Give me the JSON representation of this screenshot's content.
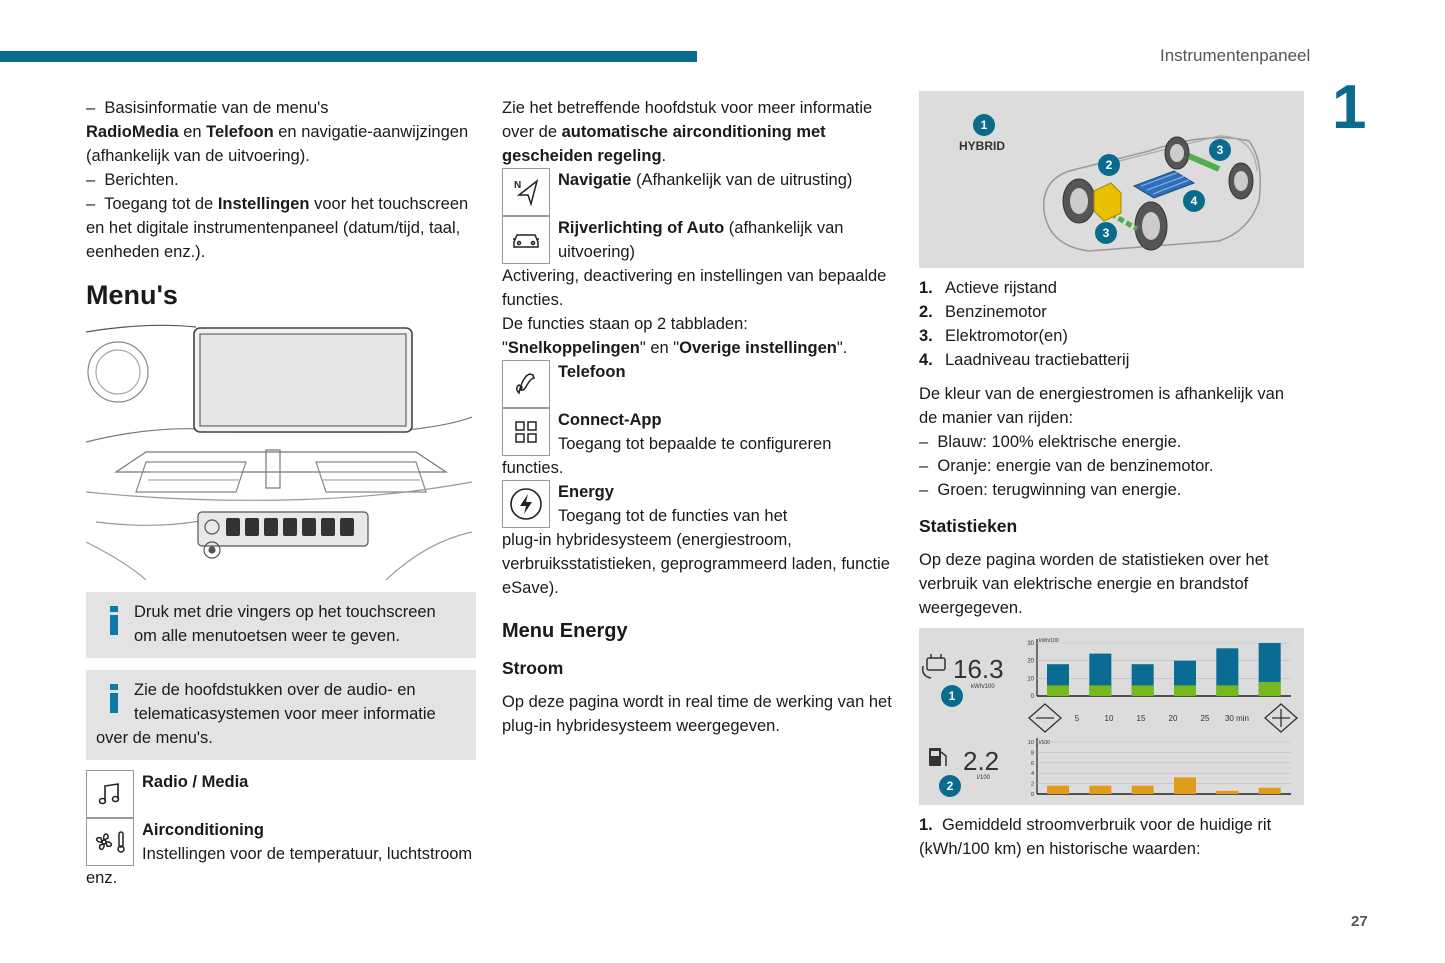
{
  "header": {
    "section_title": "Instrumentenpaneel",
    "chapter_number": "1",
    "page_number": "27"
  },
  "col1": {
    "intro_dash1_a": "Basisinformatie van de menu's",
    "intro_dash1_b_bold1": "RadioMedia",
    "intro_dash1_b_mid": " en ",
    "intro_dash1_b_bold2": "Telefoon",
    "intro_dash1_b_rest": " en navigatie-aanwijzingen (afhankelijk van de uitvoering).",
    "intro_dash2": "Berichten.",
    "intro_dash3_a": "Toegang tot de ",
    "intro_dash3_bold": "Instellingen",
    "intro_dash3_b": " voor het touchscreen en het digitale instrumentenpaneel (datum/tijd, taal, eenheden enz.).",
    "dash_symbol": "–",
    "menus_heading": "Menu's",
    "info1_line1": "Druk met drie vingers op het touchscreen",
    "info1_line2": "om alle menutoetsen weer te geven.",
    "info2_line1": "Zie de hoofdstukken over de audio- en",
    "info2_line2": "telematicasystemen voor meer informatie",
    "info2_line3": "over de menu's.",
    "radio_title": "Radio / Media",
    "aircon_title": "Airconditioning",
    "aircon_text1": "Instellingen voor de temperatuur, luchtstroom",
    "aircon_text2": "enz."
  },
  "col2": {
    "p1_a": "Zie het betreffende hoofdstuk voor meer informatie over de ",
    "p1_bold": "automatische airconditioning met gescheiden regeling",
    "p1_end": ".",
    "nav_title": "Navigatie",
    "nav_text": " (Afhankelijk van de uitrusting)",
    "nav_letter": "N",
    "drive_title": "Rijverlichting of Auto",
    "drive_text": " (afhankelijk van uitvoering)",
    "p2": "Activering, deactivering en instellingen van bepaalde functies.",
    "p3_a": "De functies staan op 2 tabbladen:",
    "p3_q1": "\"",
    "p3_bold1": "Snelkoppelingen",
    "p3_mid": "\" en \"",
    "p3_bold2": "Overige instellingen",
    "p3_end": "\".",
    "phone_title": "Telefoon",
    "connect_title": "Connect-App",
    "connect_text1": "Toegang tot bepaalde te configureren",
    "connect_text2": "functies.",
    "energy_title": "Energy",
    "energy_text1": "Toegang tot de functies van het",
    "energy_text2": "plug-in hybridesysteem (energiestroom, verbruiksstatistieken, geprogrammeerd laden, functie eSave).",
    "menu_energy_heading": "Menu Energy",
    "stroom_heading": "Stroom",
    "stroom_text": "Op deze pagina wordt in real time de werking van het plug-in hybridesysteem weergegeven."
  },
  "col3": {
    "hybrid_label": "HYBRID",
    "badges": [
      "1",
      "2",
      "3",
      "3",
      "4"
    ],
    "list": [
      {
        "num": "1.",
        "text": "Actieve rijstand"
      },
      {
        "num": "2.",
        "text": "Benzinemotor"
      },
      {
        "num": "3.",
        "text": "Elektromotor(en)"
      },
      {
        "num": "4.",
        "text": "Laadniveau tractiebatterij"
      }
    ],
    "color_intro": "De kleur van de energiestromen is afhankelijk van de manier van rijden:",
    "color_items": [
      "Blauw: 100% elektrische energie.",
      "Oranje: energie van de benzinemotor.",
      "Groen: terugwinning van energie."
    ],
    "stats_heading": "Statistieken",
    "stats_text": "Op deze pagina worden de statistieken over het verbruik van elektrische energie en brandstof weergegeven.",
    "footnote_num": "1.",
    "footnote_text": "Gemiddeld stroomverbruik voor de huidige rit (kWh/100 km) en historische waarden:"
  },
  "stats_screen": {
    "elec_value": "16.3",
    "elec_unit": "kWh/100",
    "fuel_value": "2.2",
    "fuel_unit": "l/100",
    "elec_axis_unit": "kWh/100",
    "fuel_axis_unit": "l/100",
    "elec_yticks": [
      "30",
      "20",
      "10",
      "0"
    ],
    "fuel_yticks": [
      "10",
      "8",
      "6",
      "4",
      "2",
      "0"
    ],
    "xticks": [
      "5",
      "10",
      "15",
      "20",
      "25",
      "30 min"
    ],
    "badge1": "1",
    "badge2": "2",
    "colors": {
      "blue": "#0a6b93",
      "green": "#77b81f",
      "orange": "#e09a1c"
    }
  },
  "chart_data": {
    "type": "bar",
    "categories": [
      "1",
      "2",
      "3",
      "4",
      "5",
      "6"
    ],
    "series": [
      {
        "values": [
          18,
          24,
          18,
          20,
          27,
          30
        ]
      },
      {
        "values": [
          6,
          6,
          6,
          6,
          6,
          8
        ]
      }
    ],
    "fuel_values": [
      1.6,
      1.6,
      1.6,
      3.2,
      0.6,
      1.2
    ],
    "ylim": [
      0,
      30
    ],
    "fuel_ylim": [
      0,
      10
    ]
  }
}
